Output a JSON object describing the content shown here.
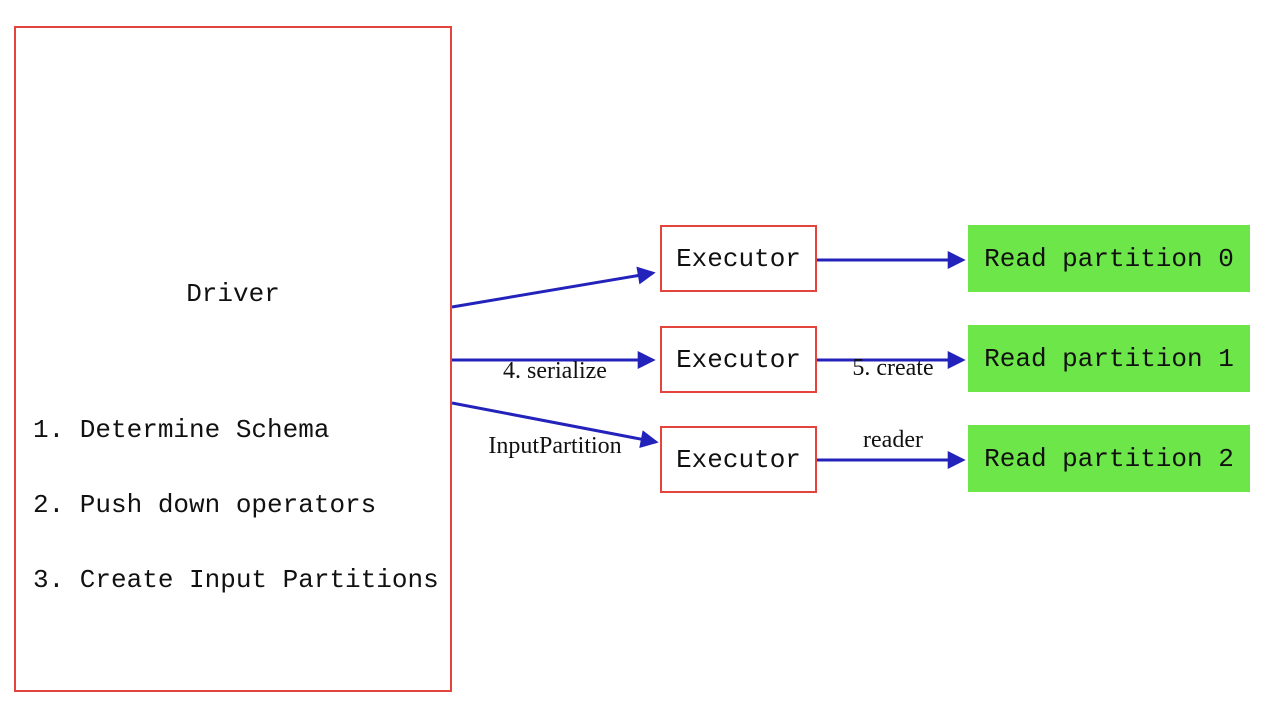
{
  "diagram": {
    "driver": {
      "title": "Driver",
      "steps": [
        "1. Determine Schema",
        "2. Push down operators",
        "3. Create Input Partitions"
      ]
    },
    "executors": [
      {
        "label": "Executor"
      },
      {
        "label": "Executor"
      },
      {
        "label": "Executor"
      }
    ],
    "partitions": [
      {
        "label": "Read partition 0"
      },
      {
        "label": "Read partition 1"
      },
      {
        "label": "Read partition 2"
      }
    ],
    "edge_labels": {
      "serialize": [
        "4. serialize",
        "InputPartition"
      ],
      "create_reader": [
        "5. create",
        "reader"
      ]
    },
    "colors": {
      "box_border": "#e3453c",
      "arrow": "#2323bb",
      "partition_fill": "#6ce649",
      "text": "#111111",
      "background": "#ffffff"
    }
  }
}
